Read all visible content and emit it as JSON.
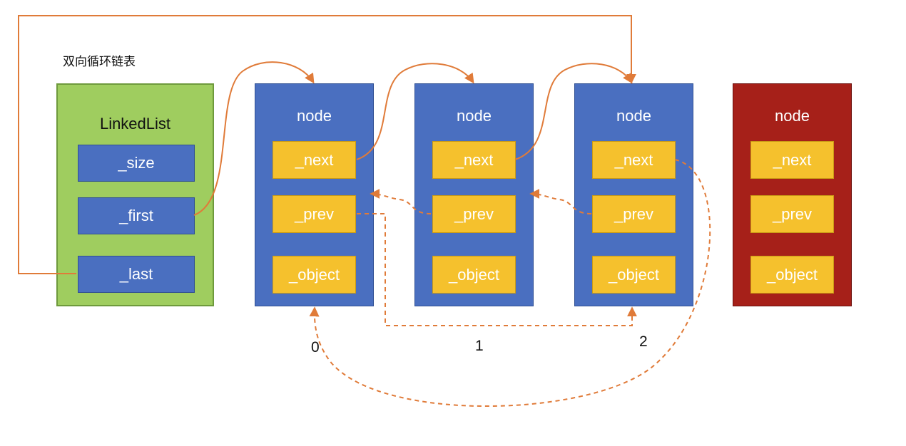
{
  "title": "双向循环链表",
  "linked_list": {
    "label": "LinkedList",
    "fields": [
      "_size",
      "_first",
      "_last"
    ]
  },
  "nodes": [
    {
      "label": "node",
      "fields": [
        "_next",
        "_prev",
        "_object"
      ],
      "index": "0"
    },
    {
      "label": "node",
      "fields": [
        "_next",
        "_prev",
        "_object"
      ],
      "index": "1"
    },
    {
      "label": "node",
      "fields": [
        "_next",
        "_prev",
        "_object"
      ],
      "index": "2"
    },
    {
      "label": "node",
      "fields": [
        "_next",
        "_prev",
        "_object"
      ]
    }
  ],
  "colors": {
    "list_fill": "#9fcd5f",
    "field_fill": "#4a6fc0",
    "node_fill": "#4a6fc0",
    "node_field_fill": "#f5c12d",
    "released_node_fill": "#a62019",
    "connector": "#e07b39"
  }
}
